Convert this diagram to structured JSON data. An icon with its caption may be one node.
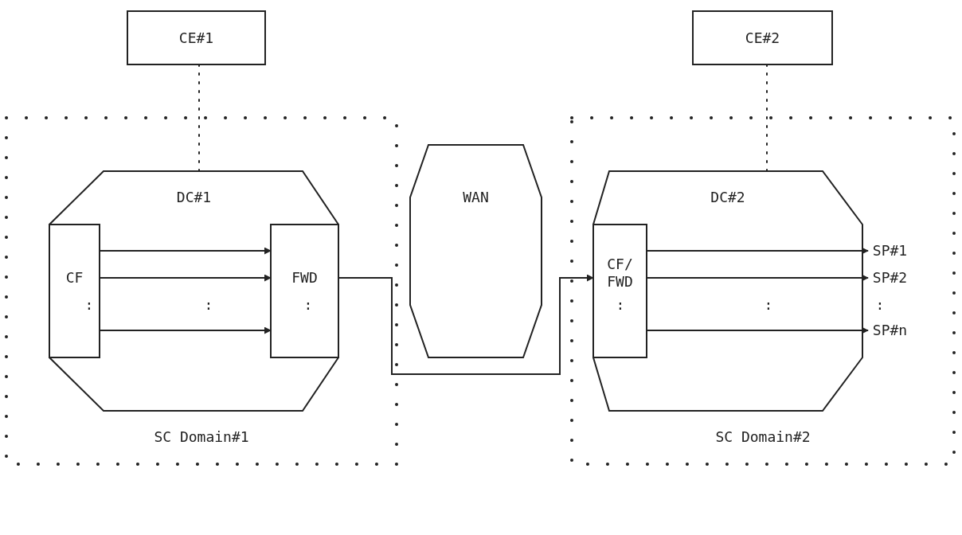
{
  "diagram": {
    "nodes": [
      {
        "text": [
          "CE#1"
        ]
      },
      {
        "text": [
          "SC Domain#1"
        ]
      },
      {
        "text": [
          "DC#1"
        ],
        "in": 1
      },
      {
        "text": [
          "CF"
        ],
        "in": 2
      },
      {
        "text": [
          "FWD"
        ],
        "in": 2
      },
      {
        "text": [
          "WAN"
        ]
      },
      {
        "text": [
          "CE#2"
        ]
      },
      {
        "text": [
          "SC Domain#2"
        ]
      },
      {
        "text": [
          "DC#2"
        ],
        "in": 7
      },
      {
        "text": [
          "CF/ FWD"
        ],
        "in": 8
      },
      {
        "text": [
          "SP#1"
        ],
        "in": 7
      },
      {
        "text": [
          "SP#2"
        ],
        "in": 7
      },
      {
        "text": [
          "SP#n"
        ],
        "in": 7
      }
    ],
    "edges": [
      {
        "from": 0,
        "to": 2,
        "arrow": "none",
        "style": "dashed"
      },
      {
        "from": 3,
        "to": 4,
        "arrow": "to"
      },
      {
        "from": 3,
        "to": 4,
        "arrow": "to"
      },
      {
        "from": 3,
        "to": 4,
        "arrow": "to"
      },
      {
        "from": 4,
        "to": 9,
        "arrow": "to"
      },
      {
        "from": 6,
        "to": 8,
        "arrow": "none",
        "style": "dashed"
      },
      {
        "from": 9,
        "to": 10,
        "arrow": "to"
      },
      {
        "from": 9,
        "to": 11,
        "arrow": "to"
      },
      {
        "from": 9,
        "to": 12,
        "arrow": "to"
      }
    ],
    "labels": [
      ":",
      ":",
      ":",
      ":",
      ":",
      ":"
    ]
  }
}
